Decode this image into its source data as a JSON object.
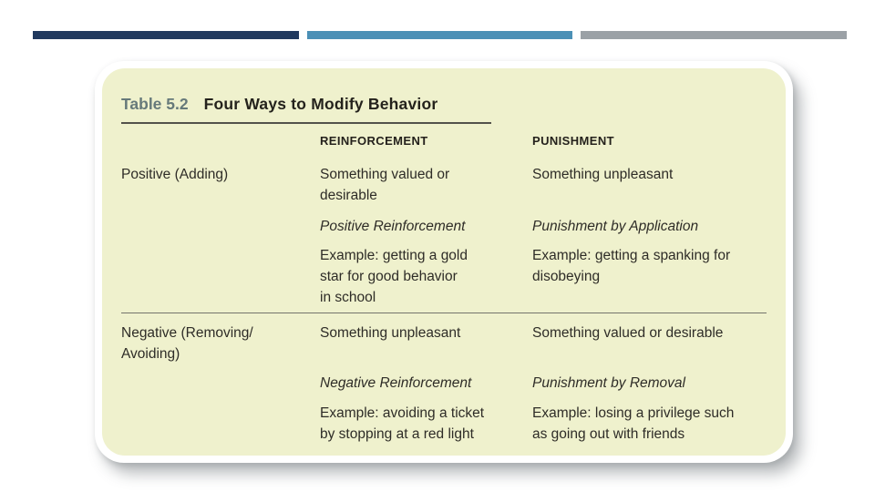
{
  "decor": {
    "bars": [
      {
        "name": "navy-bar",
        "color": "#21395e"
      },
      {
        "name": "blue-bar",
        "color": "#4b90b6"
      },
      {
        "name": "gray-bar",
        "color": "#9ba1a6"
      }
    ]
  },
  "card": {
    "background": "#eff1cd"
  },
  "table": {
    "label": "Table 5.2",
    "title": "Four Ways to Modify Behavior",
    "columns": [
      "REINFORCEMENT",
      "PUNISHMENT"
    ],
    "sections": [
      {
        "row_label": "Positive (Adding)",
        "cells": {
          "reinforcement_what": "Something valued or\ndesirable",
          "punishment_what": "Something unpleasant",
          "reinforcement_term": "Positive Reinforcement",
          "punishment_term": "Punishment by Application",
          "reinforcement_example": "Example: getting a gold\nstar for good behavior\nin school",
          "punishment_example": "Example: getting a spanking for\ndisobeying"
        }
      },
      {
        "row_label": "Negative (Removing/\nAvoiding)",
        "cells": {
          "reinforcement_what": "Something unpleasant",
          "punishment_what": "Something valued or desirable",
          "reinforcement_term": "Negative Reinforcement",
          "punishment_term": "Punishment by Removal",
          "reinforcement_example": "Example: avoiding a ticket\nby stopping at a red light",
          "punishment_example": "Example: losing a privilege such\nas going out with friends"
        }
      }
    ]
  }
}
